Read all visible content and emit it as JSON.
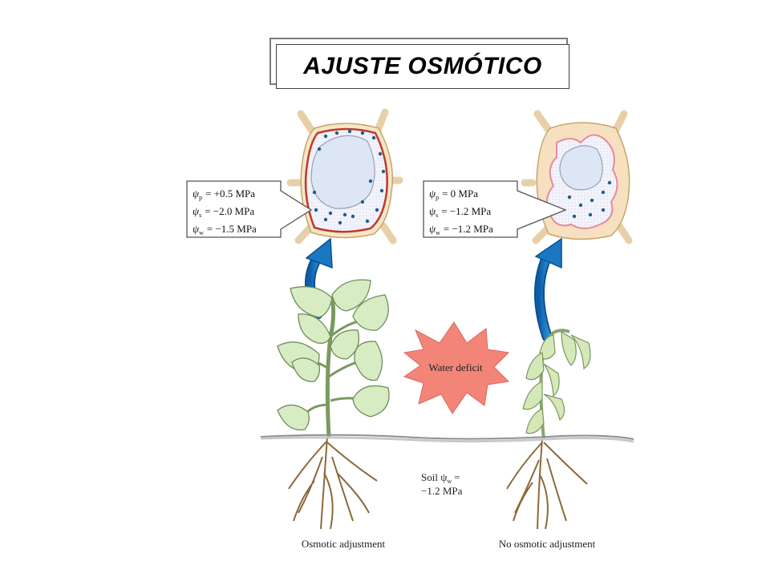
{
  "title": "AJUSTE OSMÓTICO",
  "left_panel": {
    "label": "Osmotic adjustment",
    "potentials": [
      {
        "symbol": "ψ",
        "sub": "p",
        "value": "= +0.5 MPa"
      },
      {
        "symbol": "ψ",
        "sub": "s",
        "value": "= −2.0 MPa"
      },
      {
        "symbol": "ψ",
        "sub": "w",
        "value": "= −1.5 MPa"
      }
    ]
  },
  "right_panel": {
    "label": "No osmotic adjustment",
    "potentials": [
      {
        "symbol": "ψ",
        "sub": "p",
        "value": "= 0 MPa"
      },
      {
        "symbol": "ψ",
        "sub": "s",
        "value": "= −1.2 MPa"
      },
      {
        "symbol": "ψ",
        "sub": "w",
        "value": "= −1.2 MPa"
      }
    ]
  },
  "center": {
    "burst_label": "Water deficit",
    "soil_label_prefix": "Soil ψ",
    "soil_label_sub": "w",
    "soil_label_eq": "=",
    "soil_label_value": "−1.2 MPa"
  },
  "colors": {
    "cell_wall": "#f6e6c8",
    "cell_wall_stroke": "#c9a46a",
    "membrane_left": "#c0392b",
    "membrane_right": "#e58aa0",
    "vacuole": "#dde6f5",
    "cytoplasm": "#f1f3fb",
    "solute_dot": "#1f5f8b",
    "arrow": "#1a78c2",
    "leaf": "#d8ecc4",
    "leaf_stroke": "#6f8d5a",
    "burst": "#f28478"
  }
}
